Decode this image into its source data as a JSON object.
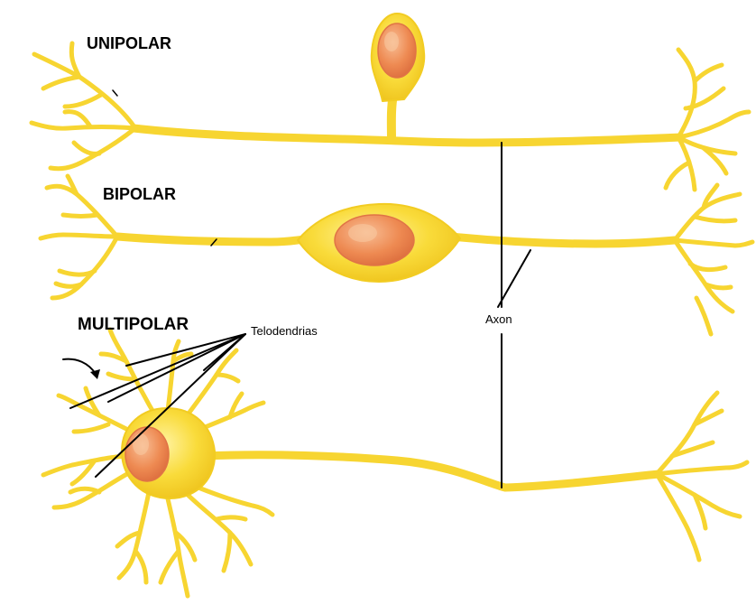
{
  "labels": {
    "unipolar": "UNIPOLAR",
    "bipolar": "BIPOLAR",
    "multipolar": "MULTIPOLAR",
    "telodendrias": "Telodendrias",
    "axon": "Axon"
  },
  "colors": {
    "neuron_fill": "#f7d531",
    "neuron_edge": "#e0b613",
    "soma_light": "#fff07a",
    "nucleus": "#ee8a52",
    "nucleus_dark": "#d9673a",
    "nucleus_highlight": "#f7b98c",
    "leader_line": "#000000"
  }
}
